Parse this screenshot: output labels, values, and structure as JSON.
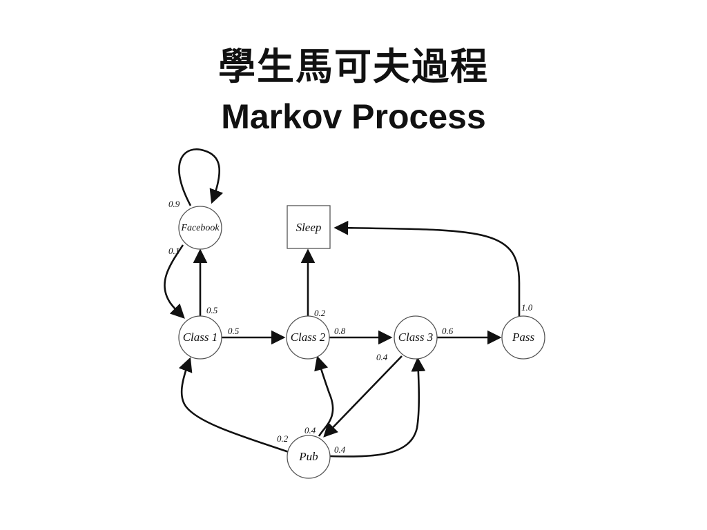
{
  "title_zh": "學生馬可夫過程",
  "title_en": "Markov Process",
  "nodes": {
    "facebook": "Facebook",
    "sleep": "Sleep",
    "class1": "Class 1",
    "class2": "Class 2",
    "class3": "Class 3",
    "pass": "Pass",
    "pub": "Pub"
  },
  "edges": {
    "facebook_facebook": "0.9",
    "facebook_class1": "0.1",
    "class1_facebook": "0.5",
    "class1_class2": "0.5",
    "class2_sleep": "0.2",
    "class2_class3": "0.8",
    "class3_pass": "0.6",
    "class3_pub": "0.4",
    "pass_sleep": "1.0",
    "pub_class1": "0.2",
    "pub_class2": "0.4",
    "pub_class3": "0.4"
  }
}
